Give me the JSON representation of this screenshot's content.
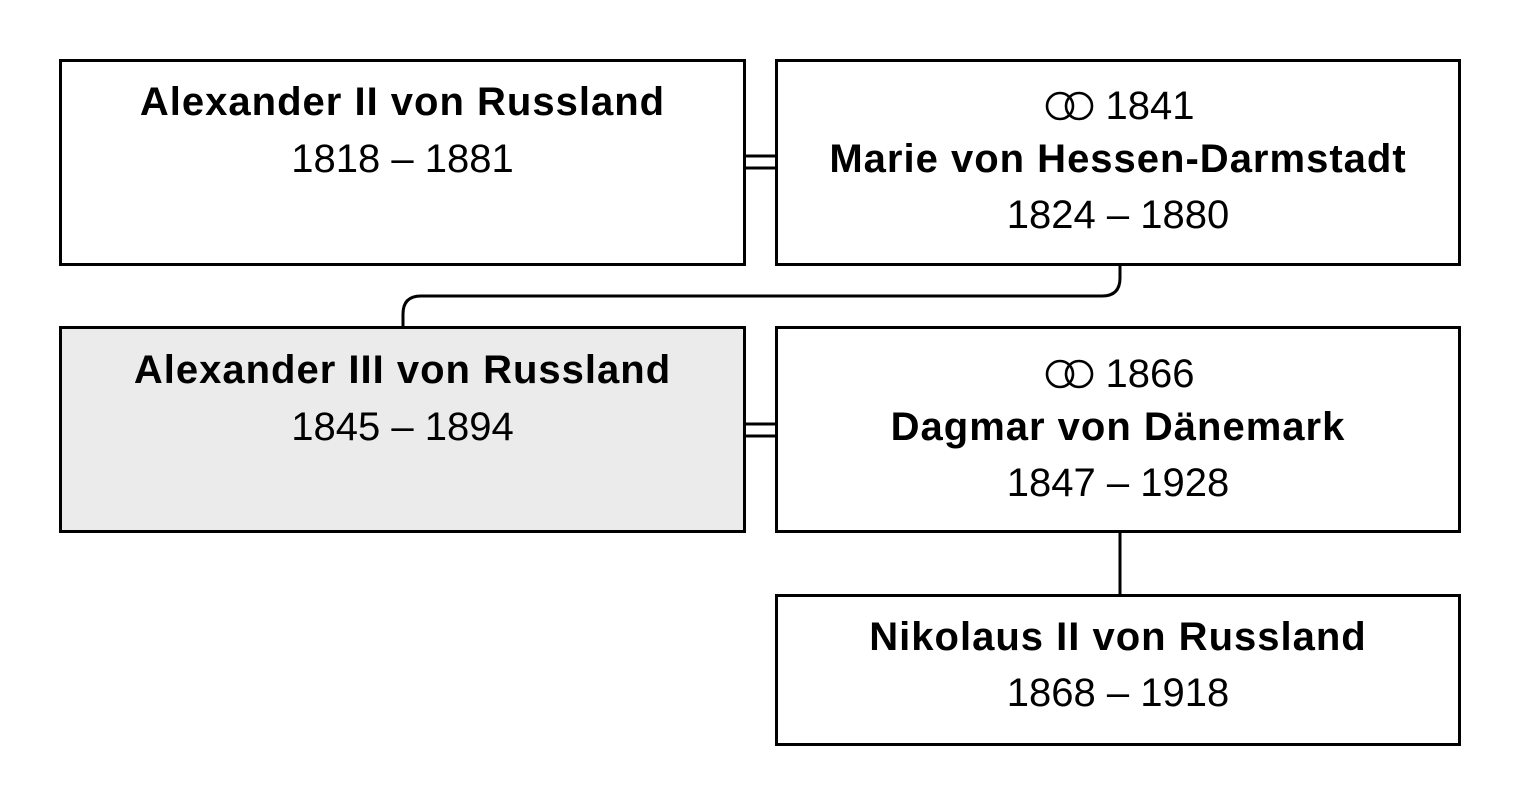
{
  "people": {
    "alexander_ii": {
      "name": "Alexander II von Russland",
      "dates": "1818 – 1881"
    },
    "marie": {
      "marriage_year": "1841",
      "name": "Marie von Hessen-Darmstadt",
      "dates": "1824 – 1880"
    },
    "alexander_iii": {
      "name": "Alexander III von Russland",
      "dates": "1845 – 1894"
    },
    "dagmar": {
      "marriage_year": "1866",
      "name": "Dagmar von Dänemark",
      "dates": "1847 – 1928"
    },
    "nikolaus_ii": {
      "name": "Nikolaus II von Russland",
      "dates": "1868 – 1918"
    }
  },
  "icons": {
    "marriage": "interlocked-rings-icon"
  },
  "colors": {
    "highlight": "#ebebeb",
    "line": "#000000"
  }
}
